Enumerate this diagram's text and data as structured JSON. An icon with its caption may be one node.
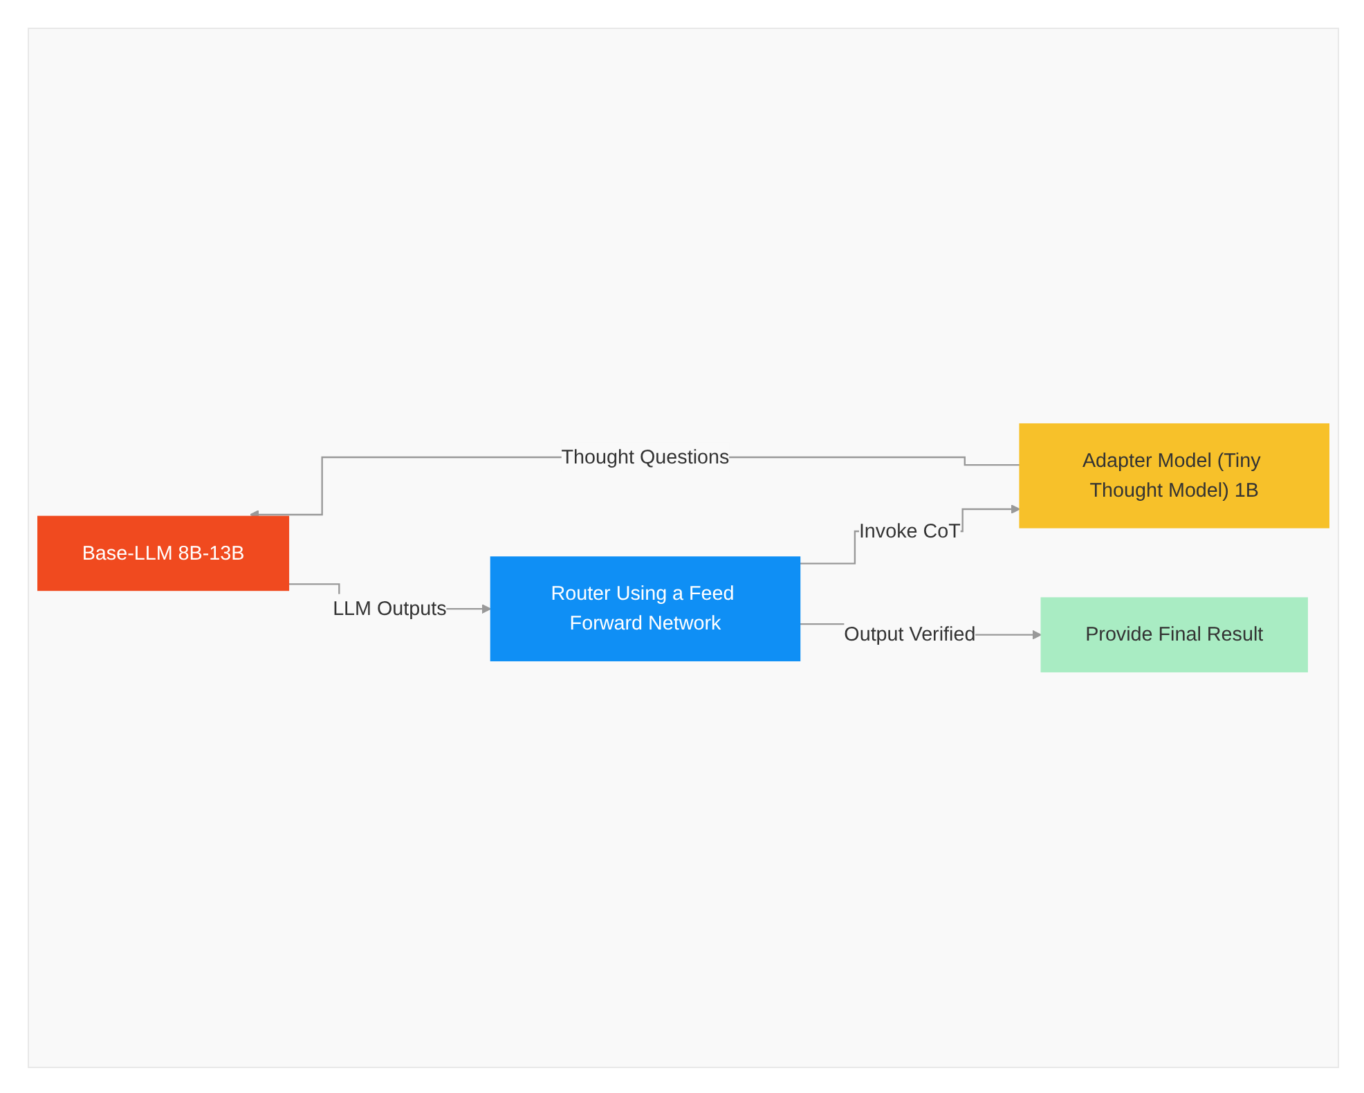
{
  "diagram": {
    "nodes": [
      {
        "text": [
          "Base-LLM 8B-13B"
        ]
      },
      {
        "text": [
          "Router Using a Feed Forward Network"
        ]
      },
      {
        "text": [
          "Adapter Model (Tiny Thought Model) 1B"
        ]
      },
      {
        "text": [
          "Provide Final Result"
        ]
      }
    ],
    "edges": [
      {
        "from": 2,
        "to": 0,
        "arrow": "to",
        "label": "Thought Questions"
      },
      {
        "from": 0,
        "to": 1,
        "arrow": "to",
        "label": "LLM Outputs"
      },
      {
        "from": 1,
        "to": 2,
        "arrow": "to",
        "label": "Invoke CoT"
      },
      {
        "from": 1,
        "to": 3,
        "arrow": "to",
        "label": "Output Verified"
      }
    ]
  }
}
